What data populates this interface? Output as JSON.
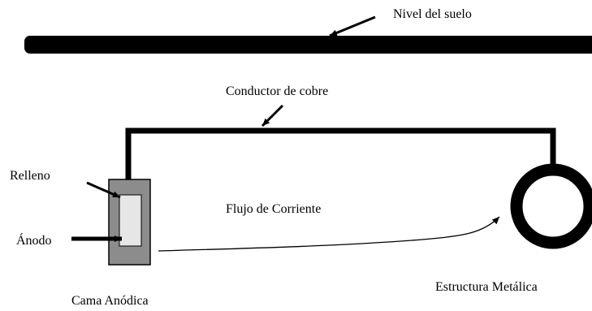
{
  "labels": {
    "ground_level": "Nivel del suelo",
    "copper_conductor": "Conductor de cobre",
    "backfill": "Relleno",
    "anode": "Ánodo",
    "current_flow": "Flujo de Corriente",
    "anode_bed": "Cama Anódica",
    "metal_structure": "Estructura Metálica"
  },
  "colors": {
    "line": "#000000",
    "backfill_fill": "#8c8c8c",
    "anode_fill": "#e6e6e6",
    "background": "#ffffff"
  }
}
